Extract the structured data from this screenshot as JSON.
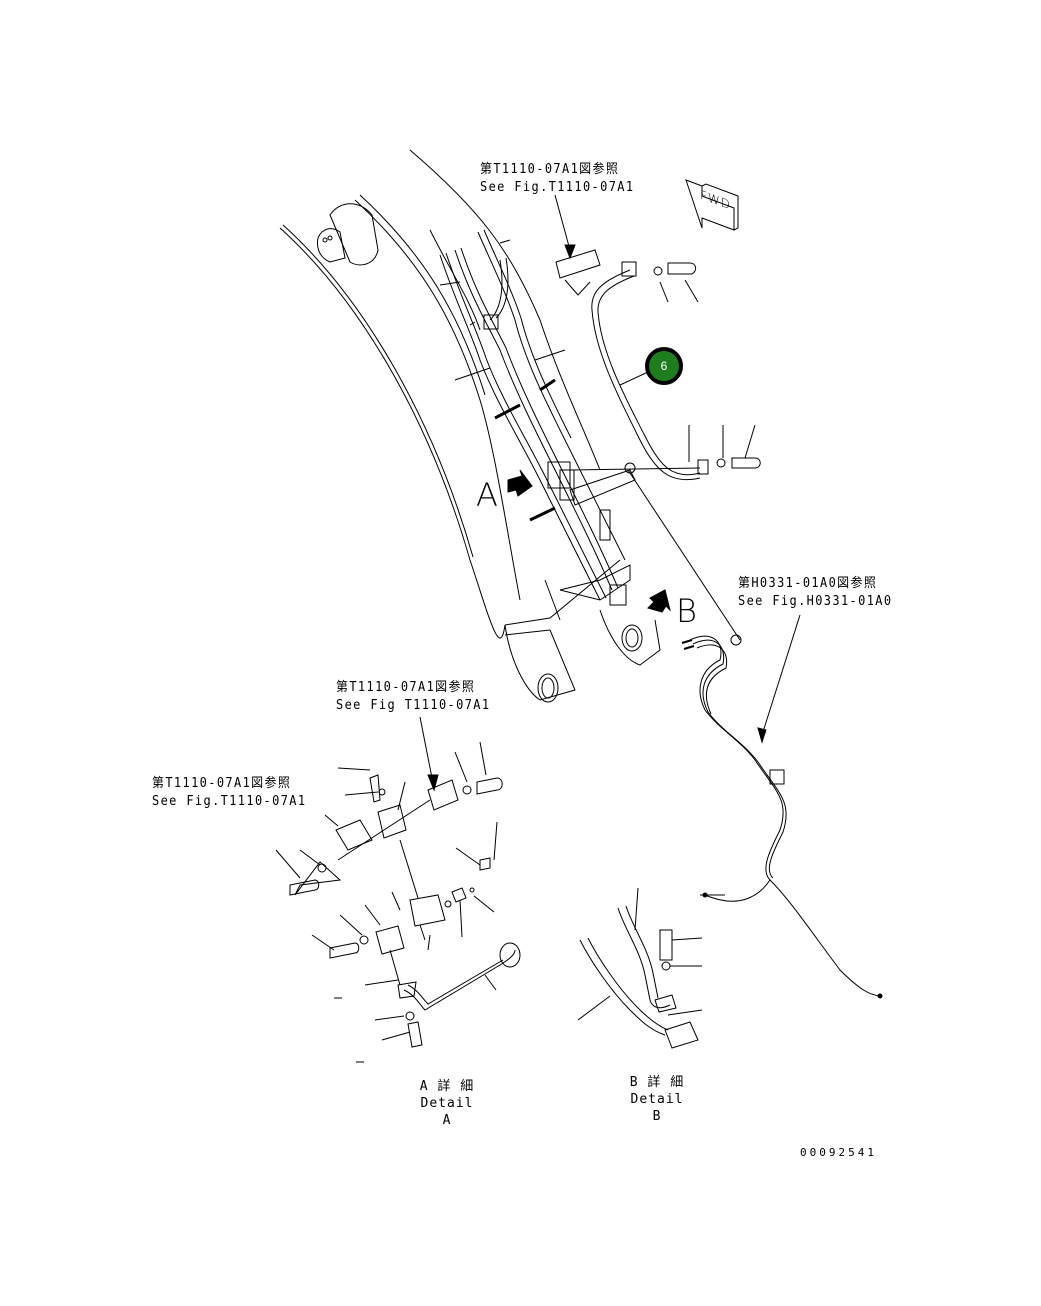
{
  "drawing": {
    "document_number": "00092541",
    "orientation_marker": {
      "label": "FWD",
      "icon": "fwd-arrow-icon"
    },
    "view_markers": [
      {
        "id": "A",
        "label": "A"
      },
      {
        "id": "B",
        "label": "B"
      }
    ],
    "callouts": [
      {
        "number": "6",
        "color": "#1e7d1e",
        "target": "hydraulic-pipe"
      }
    ],
    "references": [
      {
        "id": "ref-top",
        "jp": "第T1110-07A1図参照",
        "en": "See Fig.T1110-07A1"
      },
      {
        "id": "ref-right",
        "jp": "第H0331-01A0図参照",
        "en": "See Fig.H0331-01A0"
      },
      {
        "id": "ref-detail-a-top",
        "jp": "第T1110-07A1図参照",
        "en": "See Fig T1110-07A1"
      },
      {
        "id": "ref-detail-a-left",
        "jp": "第T1110-07A1図参照",
        "en": "See Fig.T1110-07A1"
      }
    ],
    "details": [
      {
        "id": "A",
        "jp": "A 詳 細",
        "en": "Detail A"
      },
      {
        "id": "B",
        "jp": "B 詳 細",
        "en": "Detail B"
      }
    ]
  }
}
